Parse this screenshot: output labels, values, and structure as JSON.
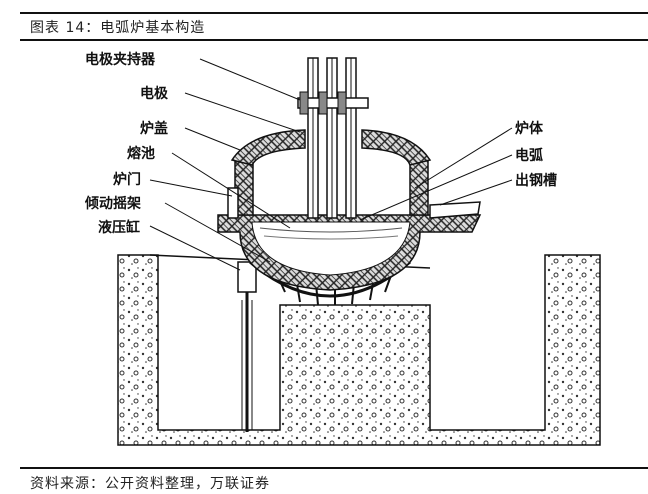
{
  "figure": {
    "title": "图表 14：电弧炉基本构造",
    "source": "资料来源：公开资料整理，万联证券"
  },
  "diagram": {
    "labels_left": [
      "电极夹持器",
      "电极",
      "炉盖",
      "熔池",
      "炉门",
      "倾动摇架",
      "液压缸"
    ],
    "labels_right": [
      "炉体",
      "电弧",
      "出钢槽"
    ]
  }
}
